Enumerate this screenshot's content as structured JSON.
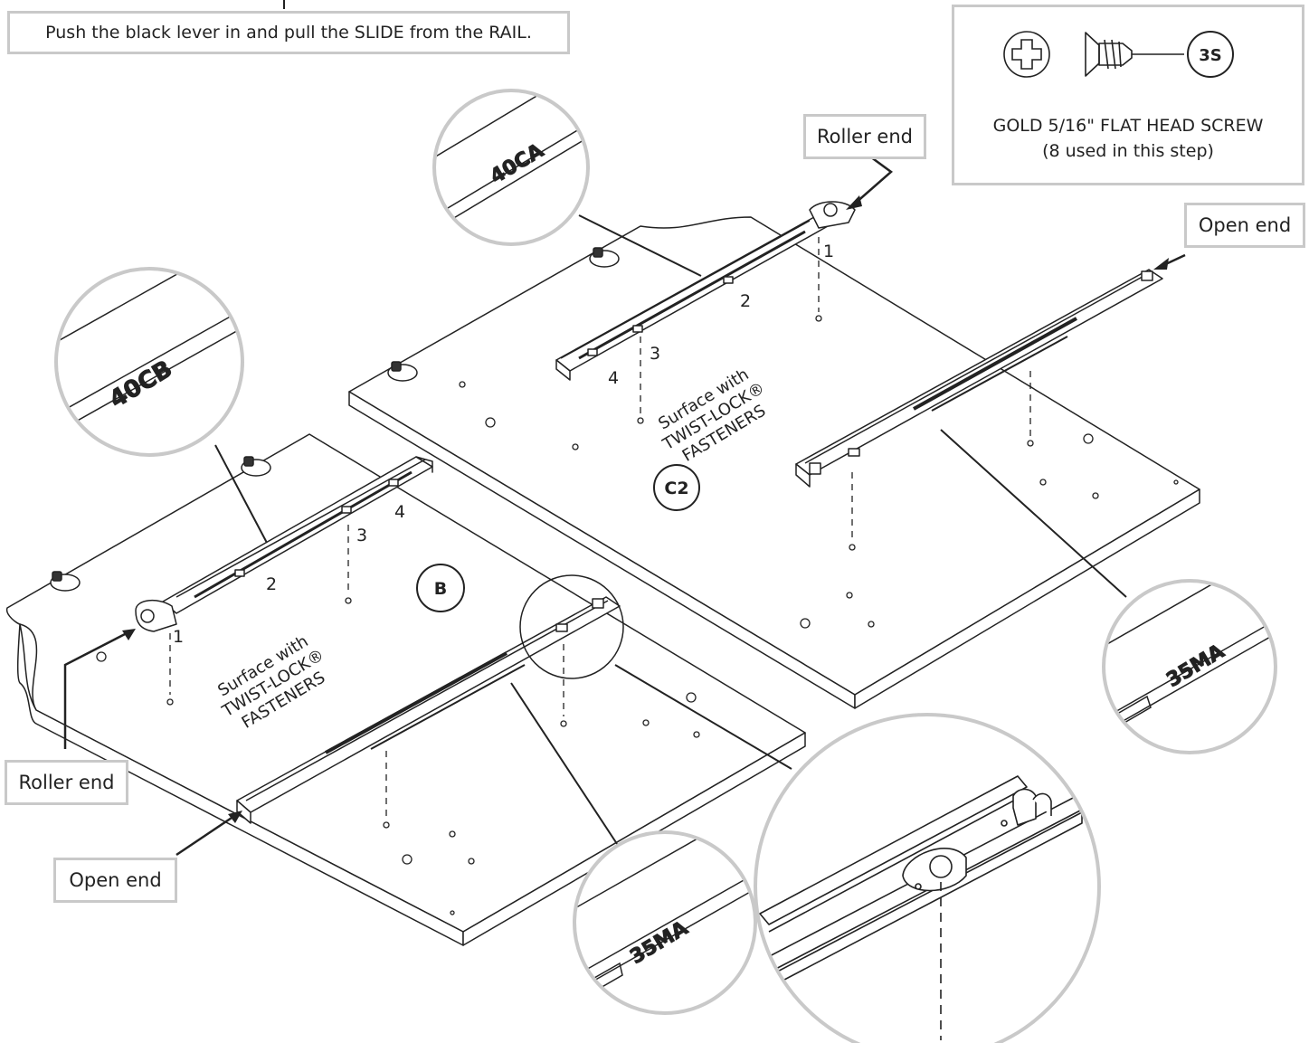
{
  "instruction": "Push the black lever in and pull the SLIDE from the RAIL.",
  "hardware": {
    "badge": "3S",
    "name": "GOLD 5/16\" FLAT HEAD SCREW",
    "quantity": "(8 used in this step)",
    "icons": [
      "phillips-head-icon",
      "flat-head-screw-icon"
    ]
  },
  "callouts": {
    "c2_roller_end": "Roller end",
    "c2_open_end": "Open end",
    "b_roller_end": "Roller end",
    "b_open_end": "Open end"
  },
  "panels": {
    "b": {
      "badge": "B",
      "surface_line1": "Surface with",
      "surface_line2": "TWIST-LOCK®",
      "surface_line3": "FASTENERS",
      "rail_label": "40CB",
      "slide_label": "35MA",
      "steps": [
        "1",
        "2",
        "3",
        "4"
      ]
    },
    "c2": {
      "badge": "C2",
      "surface_line1": "Surface with",
      "surface_line2": "TWIST-LOCK®",
      "surface_line3": "FASTENERS",
      "rail_label": "40CA",
      "slide_label": "35MA",
      "steps": [
        "1",
        "2",
        "3",
        "4"
      ]
    }
  },
  "colors": {
    "line": "#222222",
    "magnifier_border": "#c9c9c9",
    "callout_border": "#c9c9c9"
  }
}
